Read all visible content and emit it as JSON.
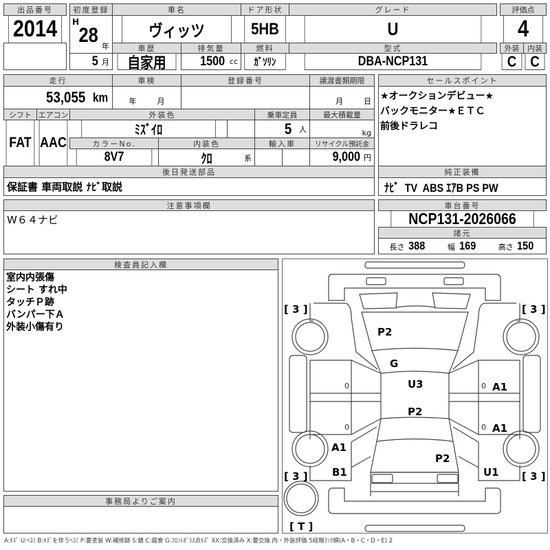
{
  "lot": {
    "label": "出品番号",
    "value": "2014"
  },
  "first_reg": {
    "label": "初度登録",
    "era": "H",
    "year": "28",
    "year_unit": "年",
    "month": "5",
    "month_unit": "月"
  },
  "car_name": {
    "label": "車名",
    "value": "ヴィッツ"
  },
  "door": {
    "label": "ドア形状",
    "value": "5HB"
  },
  "grade": {
    "label": "グレード",
    "value": "U"
  },
  "score": {
    "label": "評価点",
    "value": "4",
    "ext_label": "外装",
    "int_label": "内装",
    "ext": "C",
    "int": "C"
  },
  "history": {
    "label": "車歴",
    "value": "自家用"
  },
  "displacement": {
    "label": "排気量",
    "value": "1500",
    "unit": "cc"
  },
  "fuel": {
    "label": "燃料",
    "value": "ｶﾞｿﾘﾝ"
  },
  "model": {
    "label": "型式",
    "value": "DBA-NCP131"
  },
  "mileage": {
    "label": "走行",
    "value": "53,055",
    "unit": "km"
  },
  "inspection": {
    "label": "車検",
    "year_unit": "年",
    "month_unit": "月"
  },
  "reg_no": {
    "label": "登録番号"
  },
  "transfer": {
    "label": "譲渡書類期限",
    "month_unit": "月",
    "day_unit": "日"
  },
  "shift": {
    "label": "シフト",
    "value": "FAT"
  },
  "ac": {
    "label": "エアコン",
    "value": "AAC"
  },
  "ext_color": {
    "label": "外装色",
    "value": "ﾐｽﾞｲﾛ"
  },
  "capacity": {
    "label": "乗車定員",
    "value": "5",
    "unit": "人"
  },
  "max_load": {
    "label": "最大積載量",
    "unit": "kg"
  },
  "color_no": {
    "label": "カラーNo.",
    "value": "8V7"
  },
  "int_color": {
    "label": "内装色",
    "value": "ｸﾛ",
    "unit": "系"
  },
  "import": {
    "label": "輸入車"
  },
  "recycle": {
    "label": "リサイクル預託金",
    "value": "9,000",
    "unit": "円"
  },
  "sales_points": {
    "label": "セールスポイント",
    "lines": [
      "★オークションデビュー★",
      "バックモニター★ＥＴＣ",
      "前後ドラレコ"
    ]
  },
  "later_parts": {
    "label": "後日発送部品",
    "value": "保証書 車両取説 ﾅﾋﾞ取説"
  },
  "equipment": {
    "label": "純正装備",
    "value": "ﾅﾋﾞ  TV  ABS ｴｱB PS PW"
  },
  "notes": {
    "label": "注意事項欄",
    "value": "W６４ナビ"
  },
  "chassis": {
    "label": "車台番号",
    "value": "NCP131-2026066"
  },
  "specs": {
    "label": "諸元",
    "length_label": "長さ",
    "length": "388",
    "width_label": "幅",
    "width": "169",
    "height_label": "高さ",
    "height": "150"
  },
  "inspector": {
    "label": "検査員記入欄",
    "lines": [
      "室内内張傷",
      "シート すれ中",
      "タッチＰ跡",
      "バンパー下Ａ",
      "外装小傷有り"
    ]
  },
  "office": {
    "label": "事務局よりご案内"
  },
  "diagram": {
    "tires": [
      "[ 3 ]",
      "[ 3 ]",
      "[ 3 ]",
      "[ 3 ]"
    ],
    "spare": "[ T ]",
    "marks": [
      "P2",
      "G",
      "U3",
      "P2",
      "A1",
      "A1",
      "A1",
      "B1",
      "P2",
      "U1"
    ],
    "zero": "0"
  },
  "legend": "A:ｷｽﾞ U:ﾍｺﾐ B:ｷｽﾞを伴うﾍｺﾐ P:要塗装 W:補修跡 S:錆 C:腐食 G:ﾌﾛﾝﾄｶﾞﾗｽ点ｷｽﾞ XX:交換済み X:要交換  内・外装評価  5段階ﾗﾝｸ順(A・B・C・D・E) 2"
}
